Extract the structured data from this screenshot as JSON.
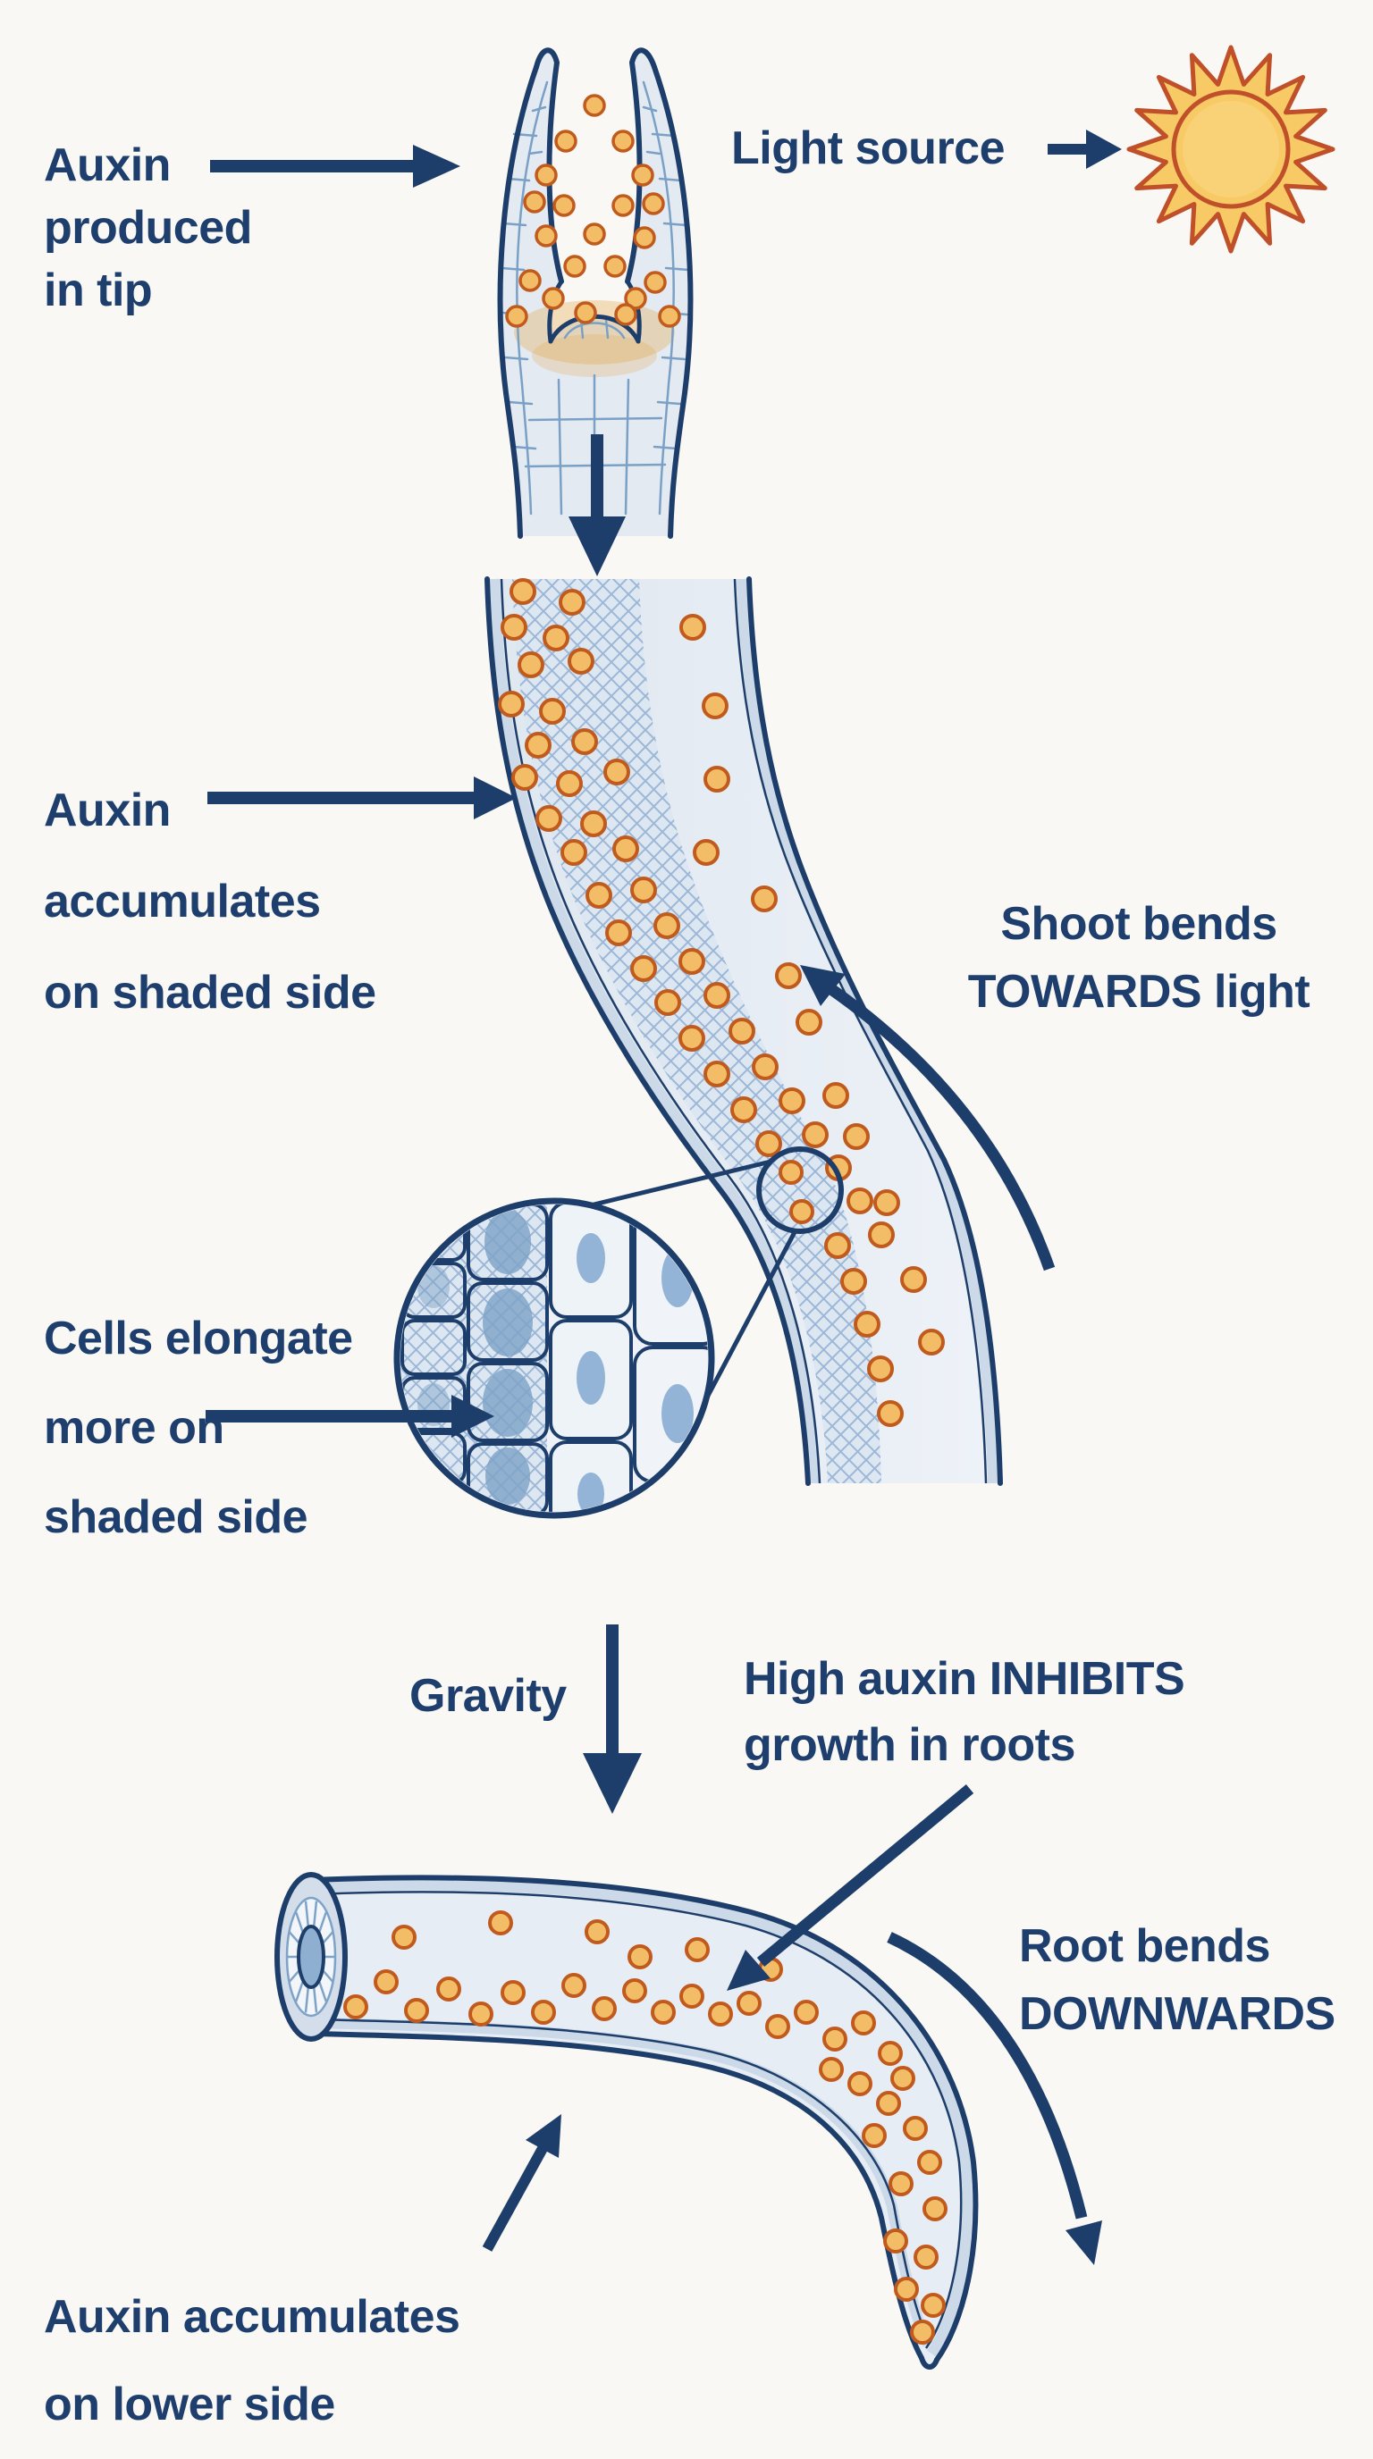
{
  "colors": {
    "background": "#faf8f4",
    "ink": "#1d3e6a",
    "text": "#1e3f6e",
    "dot_fill": "#f3bd67",
    "dot_stroke": "#c05a1d",
    "sun_fill": "#f7ca65",
    "sun_core": "#f9d57f",
    "sun_stroke": "#c0502a",
    "tissue_fill": "#e6ecf4",
    "tissue_light": "#eef2f8",
    "hatch_bg": "#dde7f1",
    "hatch_line": "#9cb7d7",
    "wall_band": "#ccd9e8",
    "cell_line": "#7ba0c6",
    "nucleus": "#8fafd0",
    "nucleus_dark": "#7ea3c7",
    "dome_wash": "#e2a84e"
  },
  "labels": {
    "auxin_tip": [
      "Auxin",
      "produced",
      "in tip"
    ],
    "light_source": "Light source",
    "auxin_shaded": [
      "Auxin",
      "accumulates",
      "on shaded side"
    ],
    "shoot_bends": [
      "Shoot bends",
      "TOWARDS light"
    ],
    "cells_elongate": [
      "Cells elongate",
      "more on",
      "shaded side"
    ],
    "gravity": "Gravity",
    "high_auxin": [
      "High auxin INHIBITS",
      "growth in roots"
    ],
    "root_bends": [
      "Root bends",
      "DOWNWARDS"
    ],
    "auxin_lower": [
      "Auxin accumulates",
      "on lower side"
    ]
  }
}
